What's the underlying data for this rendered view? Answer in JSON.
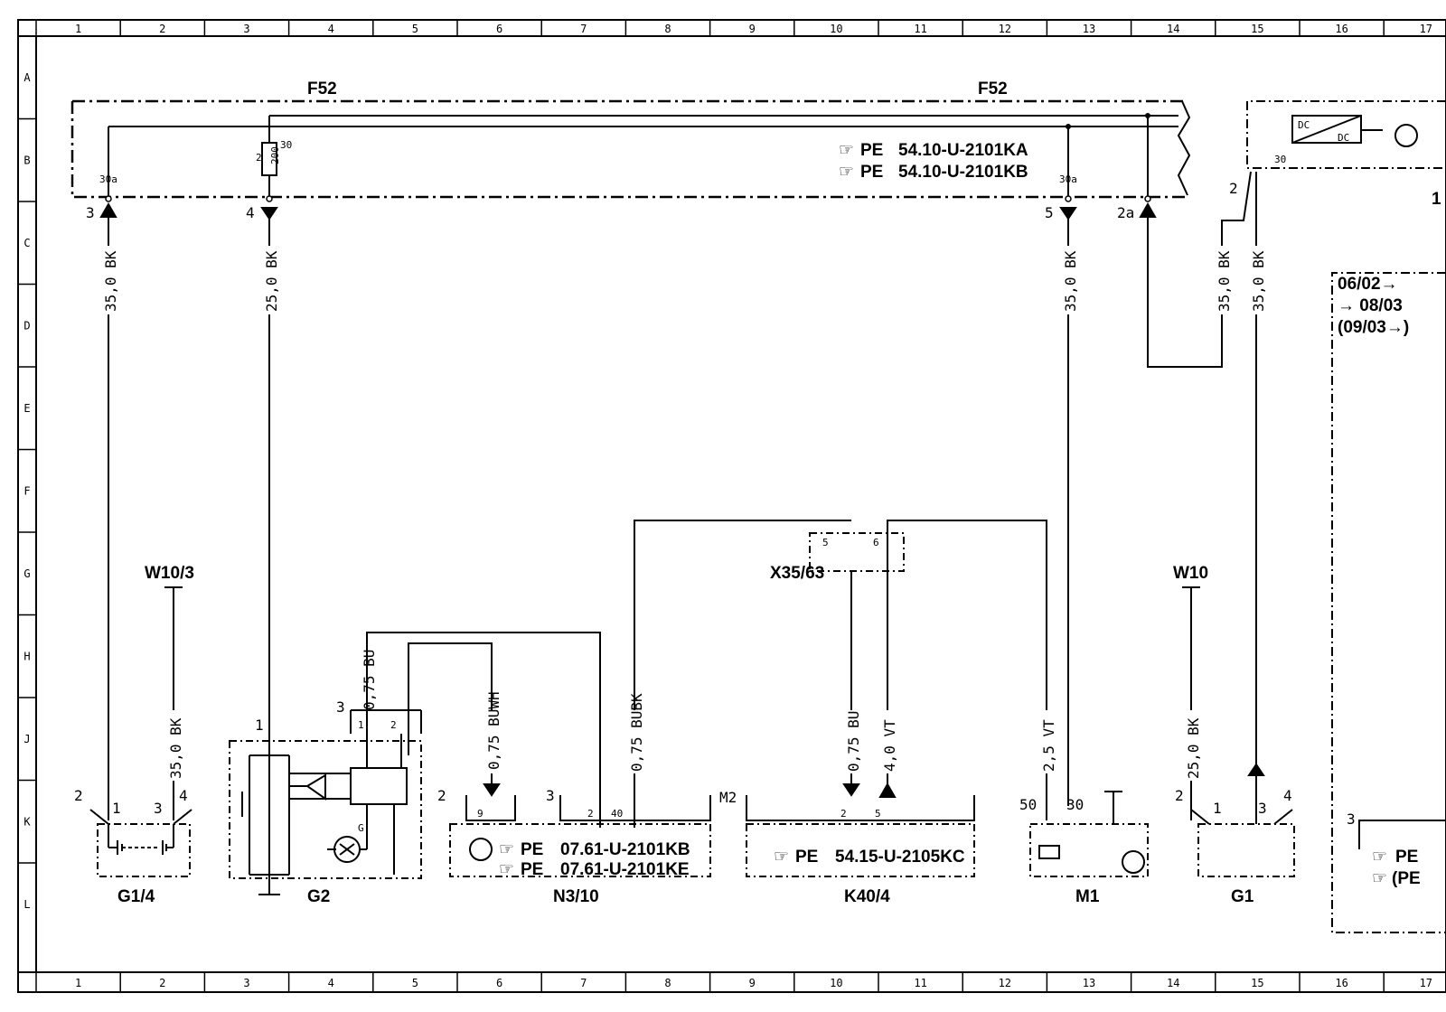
{
  "grid": {
    "columns": [
      "1",
      "2",
      "3",
      "4",
      "5",
      "6",
      "7",
      "8",
      "9",
      "10",
      "11",
      "12",
      "13",
      "14",
      "15",
      "16",
      "17"
    ],
    "rows": [
      "A",
      "B",
      "C",
      "D",
      "E",
      "F",
      "G",
      "H",
      "J",
      "K",
      "L"
    ]
  },
  "components": {
    "f52_left": "F52",
    "f52_right": "F52",
    "w10_3": "W10/3",
    "w10": "W10",
    "x35_63": "X35/63",
    "g1_4": "G1/4",
    "g2": "G2",
    "n3_10": "N3/10",
    "k40_4": "K40/4",
    "m1": "M1",
    "g1": "G1"
  },
  "references": {
    "f52_a": "54.10-U-2101KA",
    "f52_b": "54.10-U-2101KB",
    "n3_a": "07.61-U-2101KB",
    "n3_b": "07.61-U-2101KE",
    "k40": "54.15-U-2105KC",
    "right_a": "PE",
    "right_b": "(PE",
    "pe": "PE"
  },
  "wires": {
    "w1": "35,0 BK",
    "w2": "25,0 BK",
    "w3": "35,0 BK",
    "w4": "35,0 BK",
    "w5": "35,0 BK",
    "w6": "35,0 BK",
    "w7": "0,75 BU",
    "w8": "0,75 BUWH",
    "w9": "0,75 BUBK",
    "w10": "0,75 BU",
    "w11": "4,0 VT",
    "w12": "2,5 VT",
    "w13": "25,0 BK"
  },
  "pins": {
    "p3": "3",
    "p4": "4",
    "p5": "5",
    "p2a": "2a",
    "p2": "2",
    "p30a": "30a",
    "p30": "30",
    "p200": "200",
    "p1": "1",
    "p9": "9",
    "p40": "40",
    "pM2": "M2",
    "p50": "50",
    "p6": "6",
    "pG": "G",
    "pDC": "DC",
    "p1r": "1"
  },
  "dates": {
    "d1": "06/02→",
    "d2": "→ 08/03",
    "d3": "(09/03→)"
  }
}
